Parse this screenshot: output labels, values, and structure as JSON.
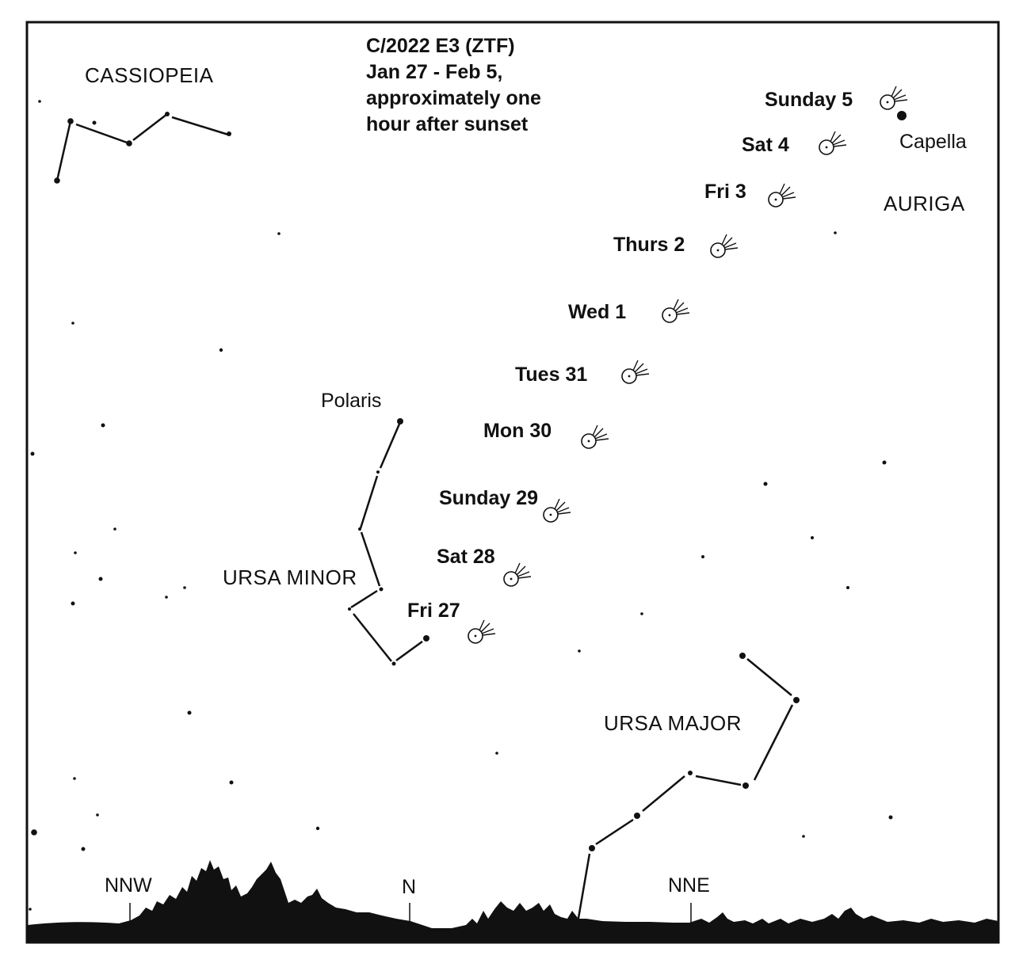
{
  "title_lines": [
    "C/2022 E3 (ZTF)",
    "Jan 27 - Feb 5,",
    "approximately one",
    "hour after sunset"
  ],
  "constellations": {
    "cassiopeia": "CASSIOPEIA",
    "auriga": "AURIGA",
    "ursa_minor": "URSA MINOR",
    "ursa_major": "URSA MAJOR"
  },
  "stars": {
    "polaris": "Polaris",
    "capella": "Capella"
  },
  "comet_dates": [
    "Fri 27",
    "Sat 28",
    "Sunday 29",
    "Mon 30",
    "Tues 31",
    "Wed 1",
    "Thurs 2",
    "Fri 3",
    "Sat 4",
    "Sunday 5"
  ],
  "compass": {
    "nnw": "NNW",
    "n": "N",
    "nne": "NNE"
  },
  "colors": {
    "ink": "#111111",
    "background": "#ffffff"
  }
}
